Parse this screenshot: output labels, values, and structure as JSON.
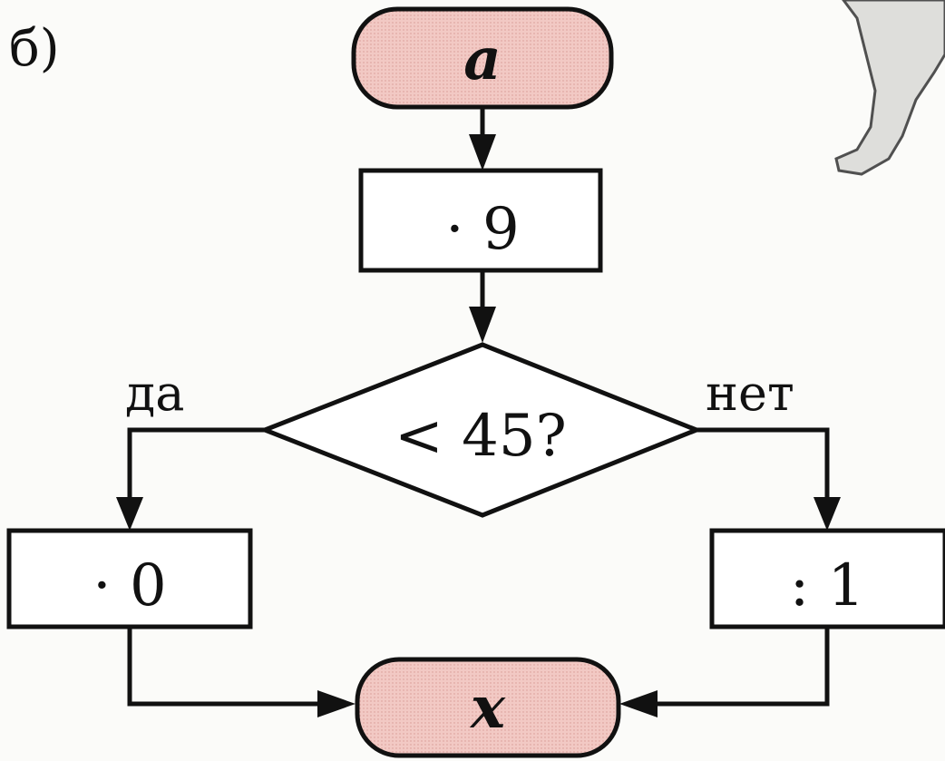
{
  "diagram": {
    "label": "б)",
    "start": "a",
    "step1": "· 9",
    "condition": "< 45?",
    "yes_label": "да",
    "no_label": "нет",
    "yes_step": "· 0",
    "no_step": ": 1",
    "end": "x"
  },
  "colors": {
    "terminal_fill": "#f0c2bd",
    "line": "#111111",
    "box_fill": "#ffffff"
  }
}
